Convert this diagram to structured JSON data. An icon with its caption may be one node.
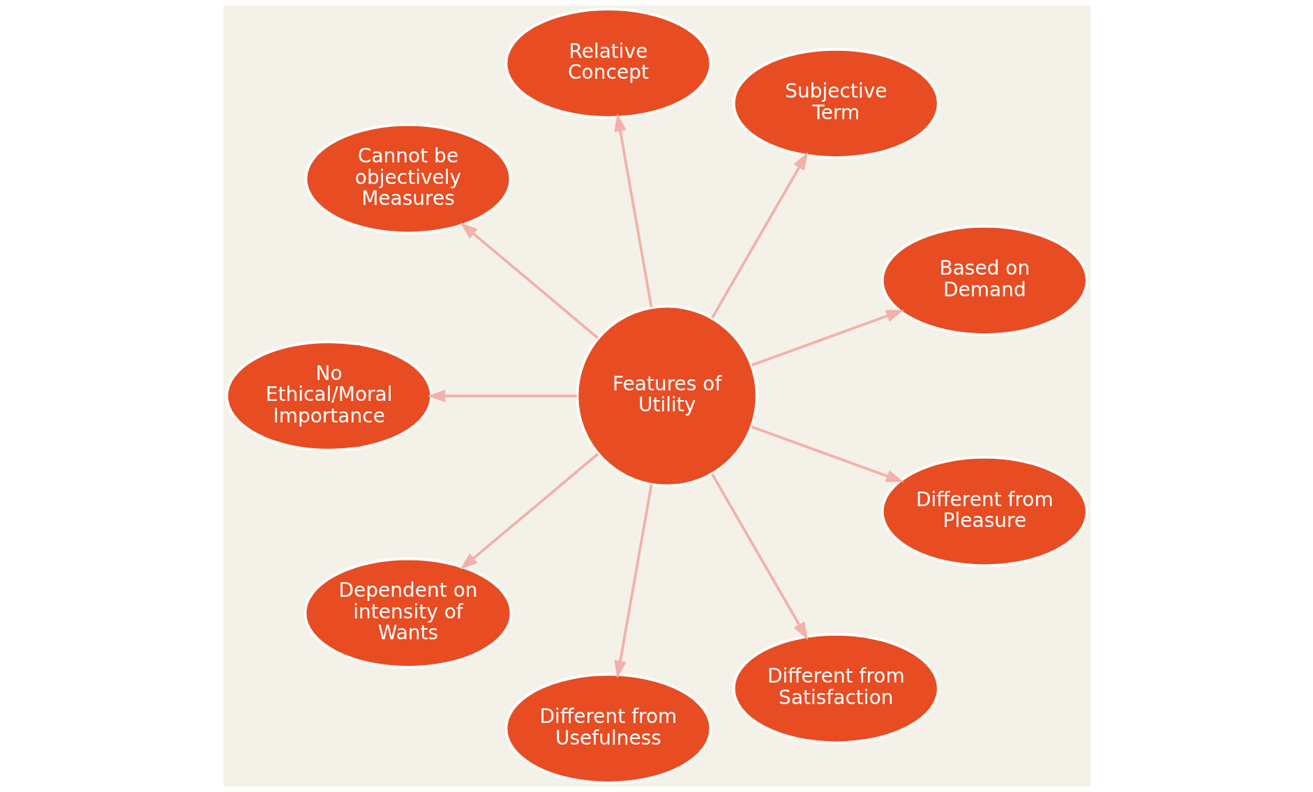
{
  "diagram": {
    "nodes": [
      {
        "text": [
          "Features of Utility"
        ]
      },
      {
        "text": [
          "Based on Demand"
        ]
      },
      {
        "text": [
          "Subjective Term"
        ]
      },
      {
        "text": [
          "Relative Concept"
        ]
      },
      {
        "text": [
          "Cannot be objectively Measures"
        ]
      },
      {
        "text": [
          "No Ethical/Moral Importance"
        ]
      },
      {
        "text": [
          "Dependent on intensity of Wants"
        ]
      },
      {
        "text": [
          "Different from Usefulness"
        ]
      },
      {
        "text": [
          "Different from Satisfaction"
        ]
      },
      {
        "text": [
          "Different from Pleasure"
        ]
      }
    ],
    "edges": [
      {
        "from": 0,
        "to": 2,
        "arrow": "to"
      },
      {
        "from": 0,
        "to": 3,
        "arrow": "to"
      },
      {
        "from": 0,
        "to": 5,
        "arrow": "to"
      },
      {
        "from": 0,
        "to": 7,
        "arrow": "to"
      },
      {
        "from": 0,
        "to": 9,
        "arrow": "to"
      },
      {
        "from": 0,
        "to": 8,
        "arrow": "to"
      },
      {
        "from": 0,
        "to": 6,
        "arrow": "to"
      },
      {
        "from": 0,
        "to": 4,
        "arrow": "to"
      },
      {
        "from": 0,
        "to": 1,
        "arrow": "to"
      }
    ]
  }
}
